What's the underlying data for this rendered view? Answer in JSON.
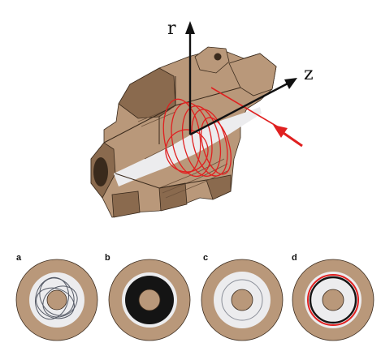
{
  "axes": {
    "r_label": "r",
    "z_label": "z"
  },
  "panels": [
    {
      "label": "a",
      "pattern": "orbits"
    },
    {
      "label": "b",
      "pattern": "thick-black-ring"
    },
    {
      "label": "c",
      "pattern": "thin-gray-circle"
    },
    {
      "label": "d",
      "pattern": "red-black-ring"
    }
  ],
  "colors": {
    "structure": "#b9987a",
    "structure_dark": "#8a6a4e",
    "structure_edge": "#3a2a1c",
    "cavity": "#ececee",
    "beam": "#e02020",
    "orbit": "#555a66",
    "ring_black": "#141414"
  }
}
